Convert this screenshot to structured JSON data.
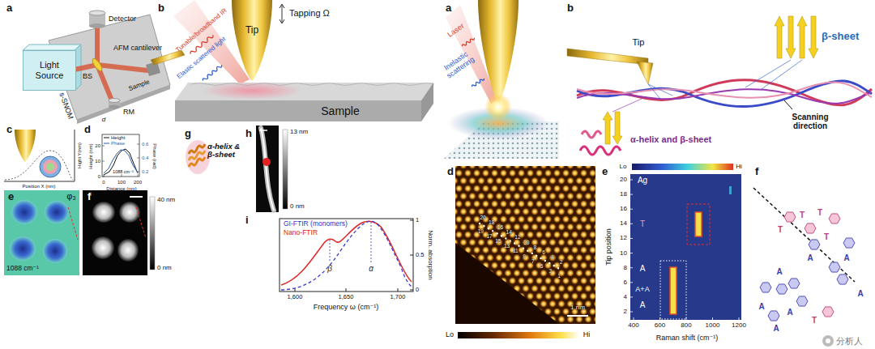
{
  "diagram": {
    "nodes": [
      {
        "text": [
          "Light Source"
        ]
      }
    ],
    "labels": [
      "a",
      "Detector",
      "BS",
      "AFM cantilever",
      "Sample",
      "s-SNOM",
      "RM",
      "d",
      "b",
      "Tip",
      "Tapping Ω",
      "Tunable/broadband IR",
      "Elastic scattered light",
      "Sample",
      "c",
      "Hight Y(nm)",
      "Position X (nm)",
      "d",
      "Height (nm)",
      "20",
      "10",
      "0",
      "0",
      "100",
      "200",
      "Distance (nm)",
      "Phase (rad)",
      "0.6",
      "0.4",
      "0.2",
      "1088 cm⁻¹",
      "e",
      "φ₃",
      "1088 cm⁻¹",
      "f",
      "40 nm",
      "0 nm",
      "g",
      "α-helix & β-sheet",
      "h",
      "13 nm",
      "0 nm",
      "i",
      "β",
      "α",
      "Norm. absorption",
      "1",
      "0.5",
      "0",
      "1,600",
      "1,650",
      "1,700",
      "Frequency ω (cm⁻¹)",
      "a",
      "Laser",
      "Inelastic scattering",
      "b",
      "Tip",
      "β-sheet",
      "α-helix and β-sheet",
      "Scanning direction",
      "d",
      "1",
      "2",
      "3",
      "4",
      "5",
      "6",
      "7",
      "8",
      "9",
      "10",
      "11",
      "12",
      "13",
      "14",
      "15",
      "16",
      "17",
      "18",
      "19",
      "20",
      "1 nm",
      "Lo",
      "Hi",
      "e",
      "Lo",
      "Hi",
      "Tip position",
      "2",
      "4",
      "6",
      "8",
      "10",
      "12",
      "14",
      "16",
      "18",
      "20",
      "400",
      "600",
      "800",
      "1000",
      "1200",
      "Raman shift (cm⁻¹)",
      "Ag",
      "T",
      "A",
      "A+A",
      "A",
      "f",
      "T",
      "T",
      "T",
      "T",
      "A",
      "A",
      "A",
      "A",
      "A",
      "A",
      "A",
      "T",
      "分析人"
    ],
    "legend": [
      {
        "text": "Height"
      },
      {
        "text": "Phase"
      },
      {
        "text": "GI-FTIR (monomers)"
      },
      {
        "text": "Nano-FTIR"
      }
    ]
  }
}
